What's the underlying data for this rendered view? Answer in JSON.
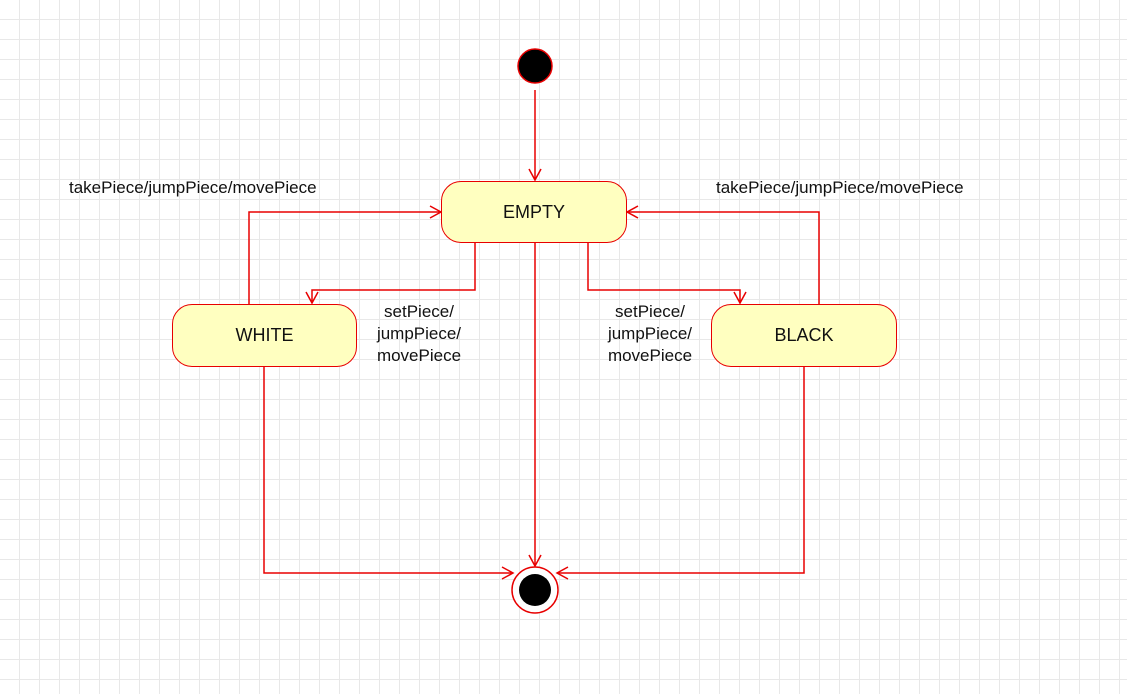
{
  "colors": {
    "line": "#e80000",
    "state_fill": "#ffffc0",
    "node_fill": "#000000"
  },
  "states": {
    "empty": "EMPTY",
    "white": "WHITE",
    "black": "BLACK"
  },
  "transitions": {
    "white_to_empty": "takePiece/jumpPiece/movePiece",
    "black_to_empty": "takePiece/jumpPiece/movePiece",
    "empty_to_white": [
      "setPiece/",
      "jumpPiece/",
      "movePiece"
    ],
    "empty_to_black": [
      "setPiece/",
      "jumpPiece/",
      "movePiece"
    ]
  }
}
